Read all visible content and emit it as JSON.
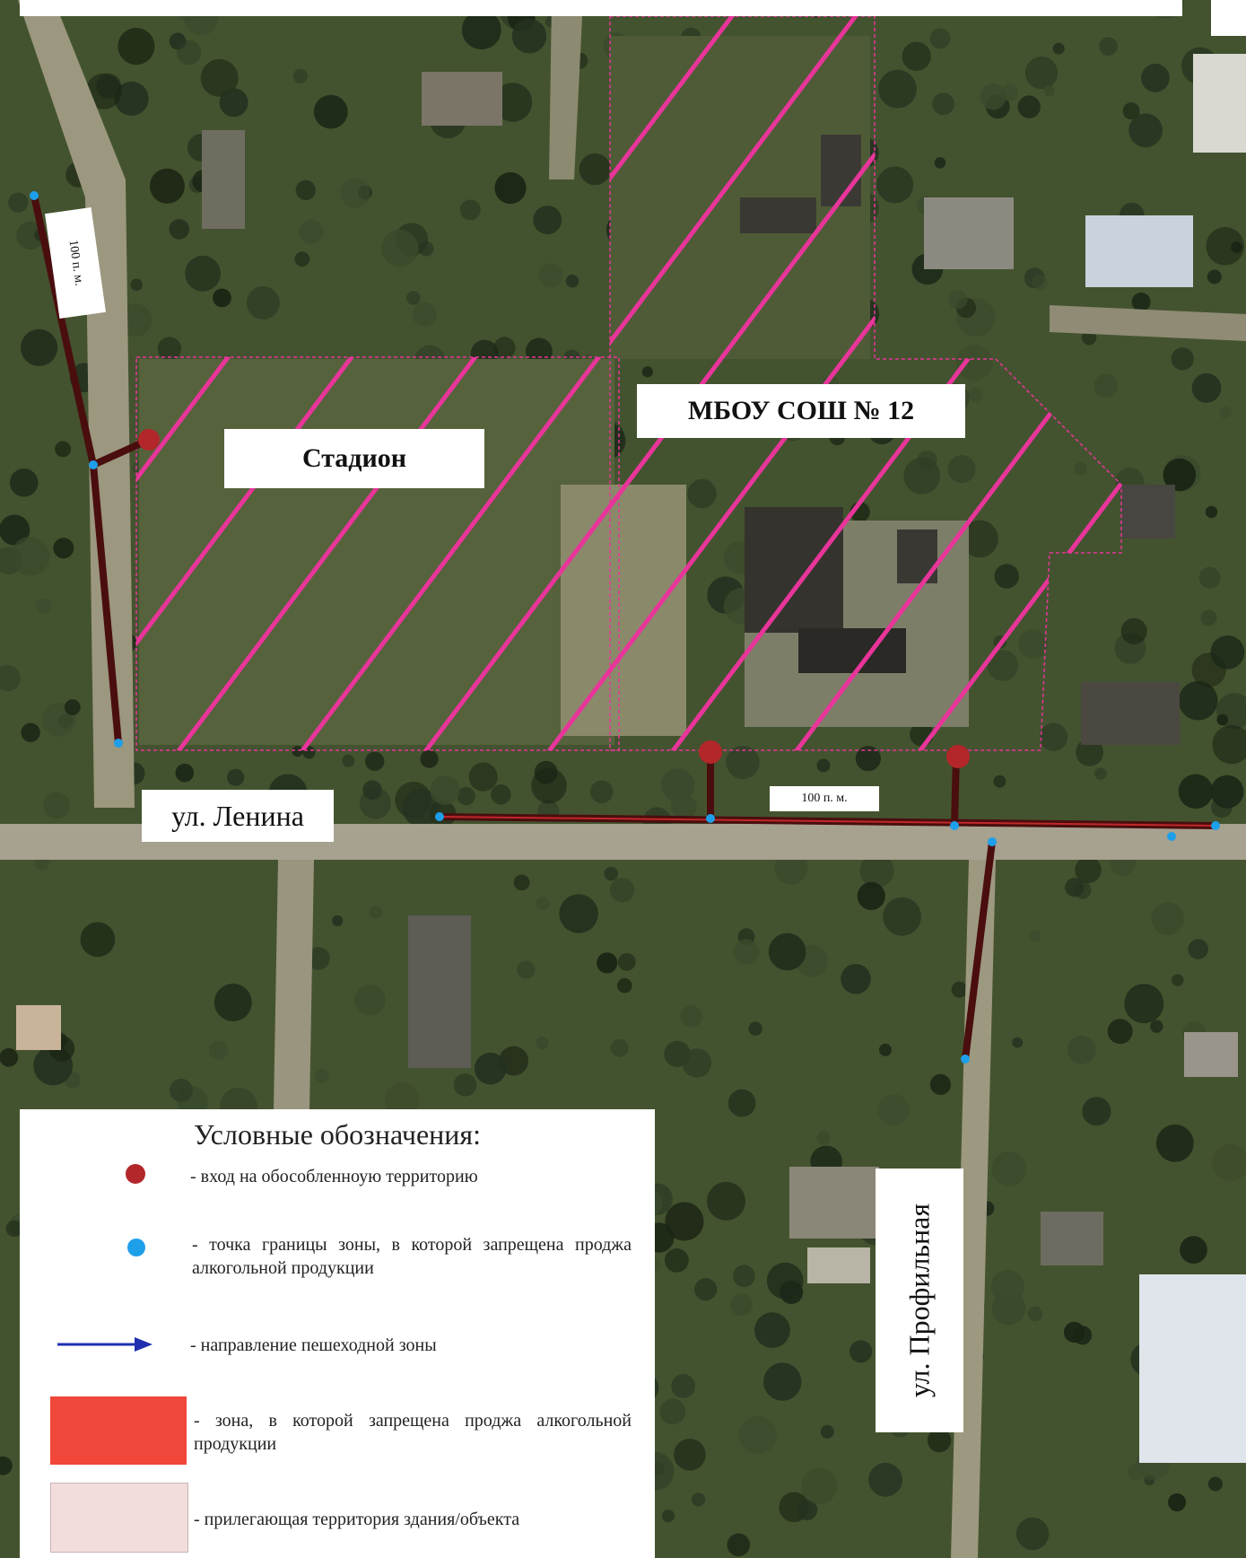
{
  "map": {
    "stadium_label": "Стадион",
    "school_label": "МБОУ СОШ № 12",
    "street_lenina": "ул. Ленина",
    "street_profilnaya": "ул. Профильная",
    "distance_horizontal": "100 п. м.",
    "distance_vertical": "100 п. м."
  },
  "legend": {
    "title": "Условные обозначения:",
    "items": [
      {
        "symbol": "red-dot",
        "text": "- вход на обособленноую территорию"
      },
      {
        "symbol": "blue-dot",
        "text": "- точка границы зоны, в которой запрещена проджа алкогольной продукции"
      },
      {
        "symbol": "blue-arrow",
        "text": "- направление пешеходной зоны"
      },
      {
        "symbol": "red-rect",
        "text": "- зона, в которой запрещена проджа алкогольной продукции"
      },
      {
        "symbol": "pink-rect",
        "text": "- прилегающая территория здания/объекта"
      }
    ]
  },
  "colors": {
    "hatch": "#e8359a",
    "zone_line": "#4a0e0e",
    "entrance": "#b3262a",
    "boundary_point": "#1e9fea",
    "arrow": "#1f2fb0",
    "zone_fill": "#f0473a",
    "adjacent_fill": "#f2dcdc"
  }
}
